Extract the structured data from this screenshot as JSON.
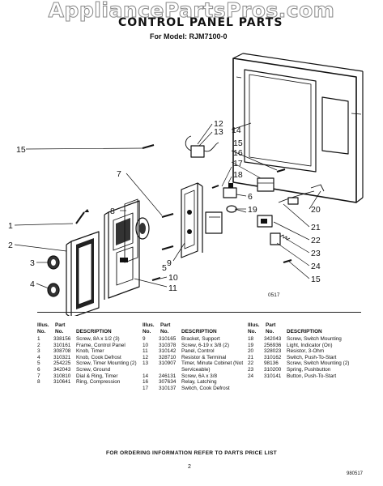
{
  "watermark": "AppliancePartsPros.com",
  "title": "CONTROL PANEL PARTS",
  "subtitle": "For Model: RJM7100-0",
  "diagram": {
    "callouts": [
      "1",
      "2",
      "3",
      "4",
      "5",
      "6",
      "7",
      "8",
      "9",
      "10",
      "11",
      "12",
      "13",
      "14",
      "15",
      "15",
      "16",
      "17",
      "18",
      "19",
      "20",
      "21",
      "22",
      "23",
      "24",
      "15"
    ],
    "diagram_code": "0517"
  },
  "parts_table": {
    "headers": {
      "illus": "Illus.",
      "no": "No.",
      "part": "Part",
      "part_no": "No.",
      "description": "DESCRIPTION"
    },
    "columns": [
      [
        {
          "illus": "1",
          "part": "338156",
          "desc": "Screw, 8A x 1/2 (3)"
        },
        {
          "illus": "2",
          "part": "310161",
          "desc": "Frame, Control Panel"
        },
        {
          "illus": "3",
          "part": "308708",
          "desc": "Knob, Timer"
        },
        {
          "illus": "4",
          "part": "310321",
          "desc": "Knob, Cook Defrost"
        },
        {
          "illus": "5",
          "part": "254225",
          "desc": "Screw, Timer Mounting (2)"
        },
        {
          "illus": "6",
          "part": "342043",
          "desc": "Screw, Ground"
        },
        {
          "illus": "7",
          "part": "310810",
          "desc": "Dial & Ring, Timer"
        },
        {
          "illus": "8",
          "part": "310641",
          "desc": "Ring, Compression"
        }
      ],
      [
        {
          "illus": "9",
          "part": "310165",
          "desc": "Bracket, Support"
        },
        {
          "illus": "10",
          "part": "310378",
          "desc": "Screw, 6-19 x 3/8 (2)"
        },
        {
          "illus": "11",
          "part": "310142",
          "desc": "Panel, Control"
        },
        {
          "illus": "12",
          "part": "328710",
          "desc": "Resistor & Terminal"
        },
        {
          "illus": "13",
          "part": "310907",
          "desc": "Timer, Minute Cobinet (Not Serviceable)"
        },
        {
          "illus": "14",
          "part": "246131",
          "desc": "Screw, 6A x 3/8"
        },
        {
          "illus": "16",
          "part": "307634",
          "desc": "Relay, Latching"
        },
        {
          "illus": "17",
          "part": "310137",
          "desc": "Switch, Cook Defrost"
        }
      ],
      [
        {
          "illus": "18",
          "part": "342043",
          "desc": "Screw, Switch Mounting"
        },
        {
          "illus": "19",
          "part": "256936",
          "desc": "Light, Indicator (On)"
        },
        {
          "illus": "20",
          "part": "328023",
          "desc": "Resistor, 3-Ohm"
        },
        {
          "illus": "21",
          "part": "310162",
          "desc": "Switch, Push-To-Start"
        },
        {
          "illus": "22",
          "part": "98136",
          "desc": "Screw, Switch Mounting (2)"
        },
        {
          "illus": "23",
          "part": "310200",
          "desc": "Spring, Pushbutton"
        },
        {
          "illus": "24",
          "part": "310141",
          "desc": "Button, Push-To-Start"
        }
      ]
    ]
  },
  "footer": "FOR ORDERING INFORMATION REFER TO PARTS PRICE LIST",
  "page_number": "2",
  "doc_code": "980517"
}
